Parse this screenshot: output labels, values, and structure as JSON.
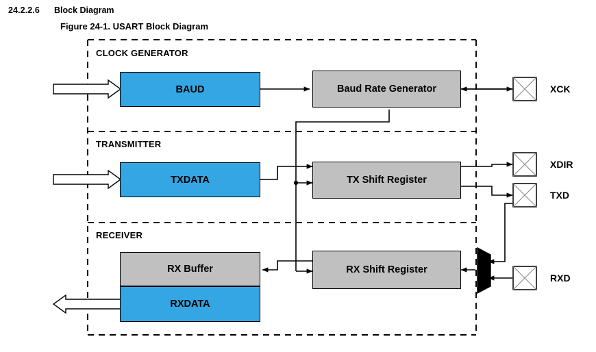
{
  "header": {
    "section_number": "24.2.2.6",
    "section_title": "Block Diagram",
    "figure_caption": "Figure 24-1.  USART Block Diagram"
  },
  "colors": {
    "register_blue": "#33a6e3",
    "logic_gray": "#c0c0c0",
    "mux_black": "#000000",
    "line": "#000000",
    "background": "#ffffff"
  },
  "sections": [
    {
      "id": "clock-generator",
      "label": "CLOCK GENERATOR"
    },
    {
      "id": "transmitter",
      "label": "TRANSMITTER"
    },
    {
      "id": "receiver",
      "label": "RECEIVER"
    }
  ],
  "blocks": [
    {
      "id": "baud",
      "label": "BAUD",
      "fill": "blue"
    },
    {
      "id": "baud-rate-gen",
      "label": "Baud Rate Generator",
      "fill": "gray"
    },
    {
      "id": "txdata",
      "label": "TXDATA",
      "fill": "blue"
    },
    {
      "id": "tx-shift-reg",
      "label": "TX Shift Register",
      "fill": "gray"
    },
    {
      "id": "rx-buffer",
      "label": "RX Buffer",
      "fill": "gray"
    },
    {
      "id": "rxdata",
      "label": "RXDATA",
      "fill": "blue"
    },
    {
      "id": "rx-shift-reg",
      "label": "RX Shift Register",
      "fill": "gray"
    }
  ],
  "pins": [
    {
      "id": "xck",
      "label": "XCK",
      "direction": "bidirectional"
    },
    {
      "id": "xdir",
      "label": "XDIR",
      "direction": "output"
    },
    {
      "id": "txd",
      "label": "TXD",
      "direction": "output"
    },
    {
      "id": "rxd",
      "label": "RXD",
      "direction": "input"
    }
  ],
  "mux": {
    "id": "rx-input-mux",
    "label": ""
  },
  "bus_arrows": [
    {
      "id": "baud-bus-in",
      "direction": "in",
      "target": "baud"
    },
    {
      "id": "txdata-bus-in",
      "direction": "in",
      "target": "txdata"
    },
    {
      "id": "rxdata-bus-out",
      "direction": "out",
      "source": "rxdata"
    }
  ]
}
